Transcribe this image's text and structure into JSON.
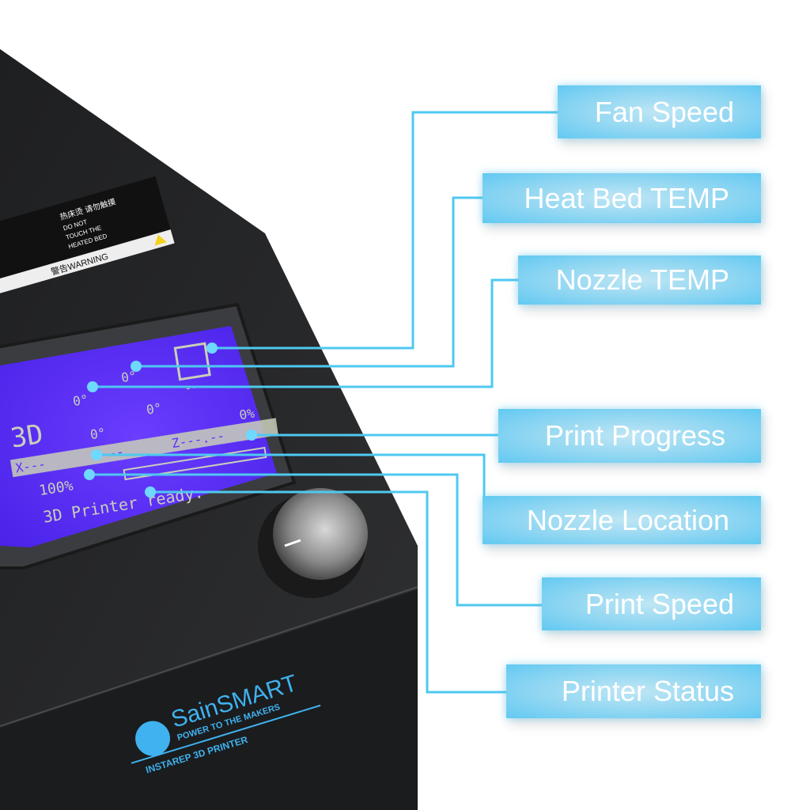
{
  "colors": {
    "accent": "#4fc8f0",
    "lcd": "#5a2cff",
    "body": "#2a2b2d",
    "logo": "#3fb2ef"
  },
  "labels": [
    {
      "id": "fan-speed",
      "text": "Fan Speed"
    },
    {
      "id": "heat-bed-temp",
      "text": "Heat Bed TEMP"
    },
    {
      "id": "nozzle-temp",
      "text": "Nozzle TEMP"
    },
    {
      "id": "print-progress",
      "text": "Print Progress"
    },
    {
      "id": "nozzle-location",
      "text": "Nozzle Location"
    },
    {
      "id": "print-speed",
      "text": "Print Speed"
    },
    {
      "id": "printer-status",
      "text": "Printer Status"
    }
  ],
  "lcd": {
    "logo": "3D",
    "nozzle_target": "0°",
    "nozzle_temp": "0°",
    "bed_target": "0°",
    "bed_temp": "0°",
    "fan": "---",
    "progress": "0%",
    "x": "X---",
    "y": "Y---",
    "z": "Z---.--",
    "speed": "100%",
    "status": "3D Printer ready."
  },
  "warning_label": {
    "cn": "热床烫 请勿触摸",
    "en_line1": "DO NOT",
    "en_line2": "TOUCH THE",
    "en_line3": "HEATED BED",
    "warning": "警告WARNING"
  },
  "brand": {
    "name": "SainSMART",
    "tagline": "POWER TO THE MAKERS",
    "model": "INSTAREP 3D PRINTER"
  }
}
